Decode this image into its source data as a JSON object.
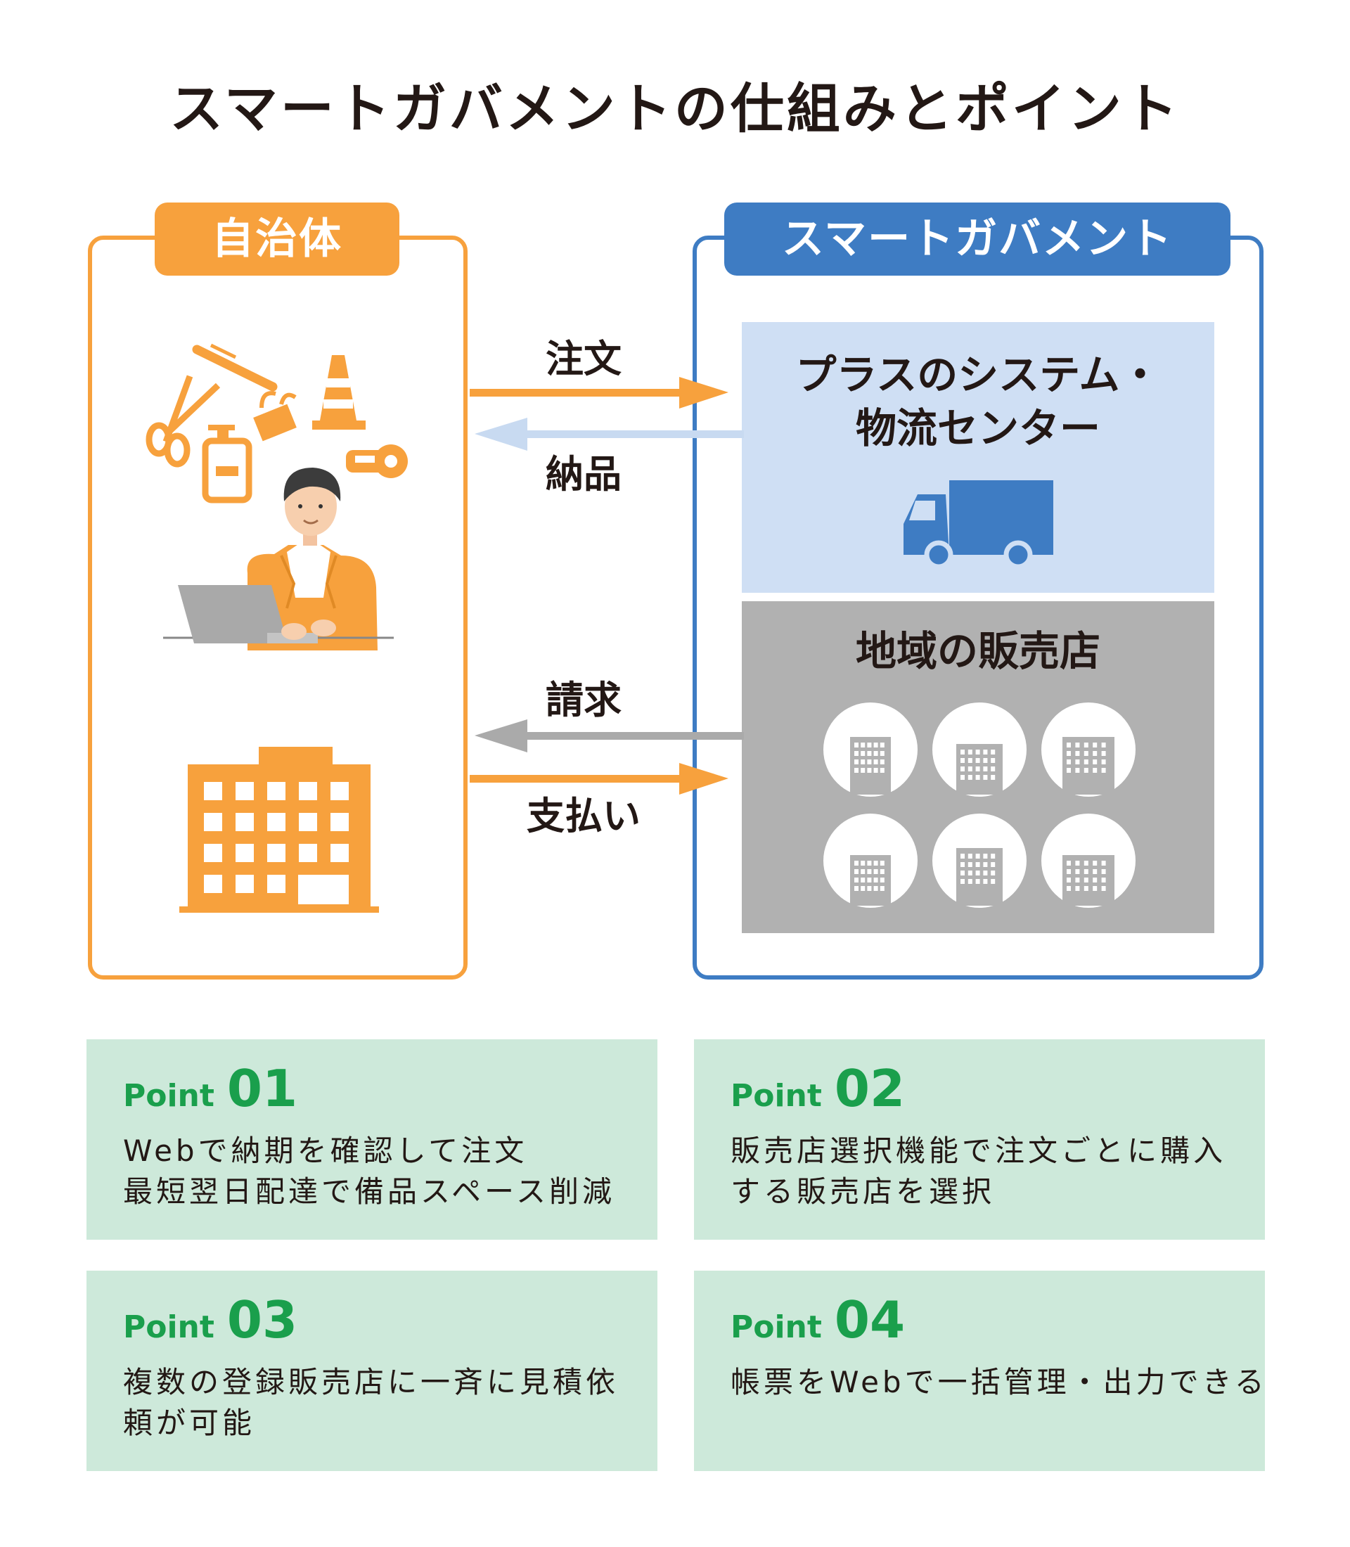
{
  "title": "スマートガバメントの仕組みとポイント",
  "municipality": {
    "label": "自治体"
  },
  "smart_government": {
    "label": "スマートガバメント",
    "center": {
      "title_line1": "プラスのシステム・",
      "title_line2": "物流センター"
    },
    "stores": {
      "title": "地域の販売店"
    }
  },
  "flows": {
    "order": "注文",
    "delivery": "納品",
    "invoice": "請求",
    "payment": "支払い"
  },
  "points": [
    {
      "label": "Point",
      "number": "01",
      "line1": "Webで納期を確認して注文",
      "line2": "最短翌日配達で備品スペース削減"
    },
    {
      "label": "Point",
      "number": "02",
      "line1": "販売店選択機能で注文ごとに購入",
      "line2": "する販売店を選択"
    },
    {
      "label": "Point",
      "number": "03",
      "line1": "複数の登録販売店に一斉に見積依",
      "line2": "頼が可能"
    },
    {
      "label": "Point",
      "number": "04",
      "line1": "帳票をWebで一括管理・出力できる",
      "line2": ""
    }
  ],
  "colors": {
    "orange": "#f7a13d",
    "blue": "#3e7cc3",
    "light_blue": "#cfdff4",
    "gray": "#b1b1b1",
    "mint": "#cde9da",
    "green": "#1a9f4c"
  },
  "icons": [
    "pen-icon",
    "scissors-icon",
    "traffic-cone-icon",
    "binder-clip-icon",
    "soap-bottle-icon",
    "tape-icon",
    "office-worker-icon",
    "city-hall-building-icon",
    "truck-icon",
    "store-building-icon"
  ]
}
